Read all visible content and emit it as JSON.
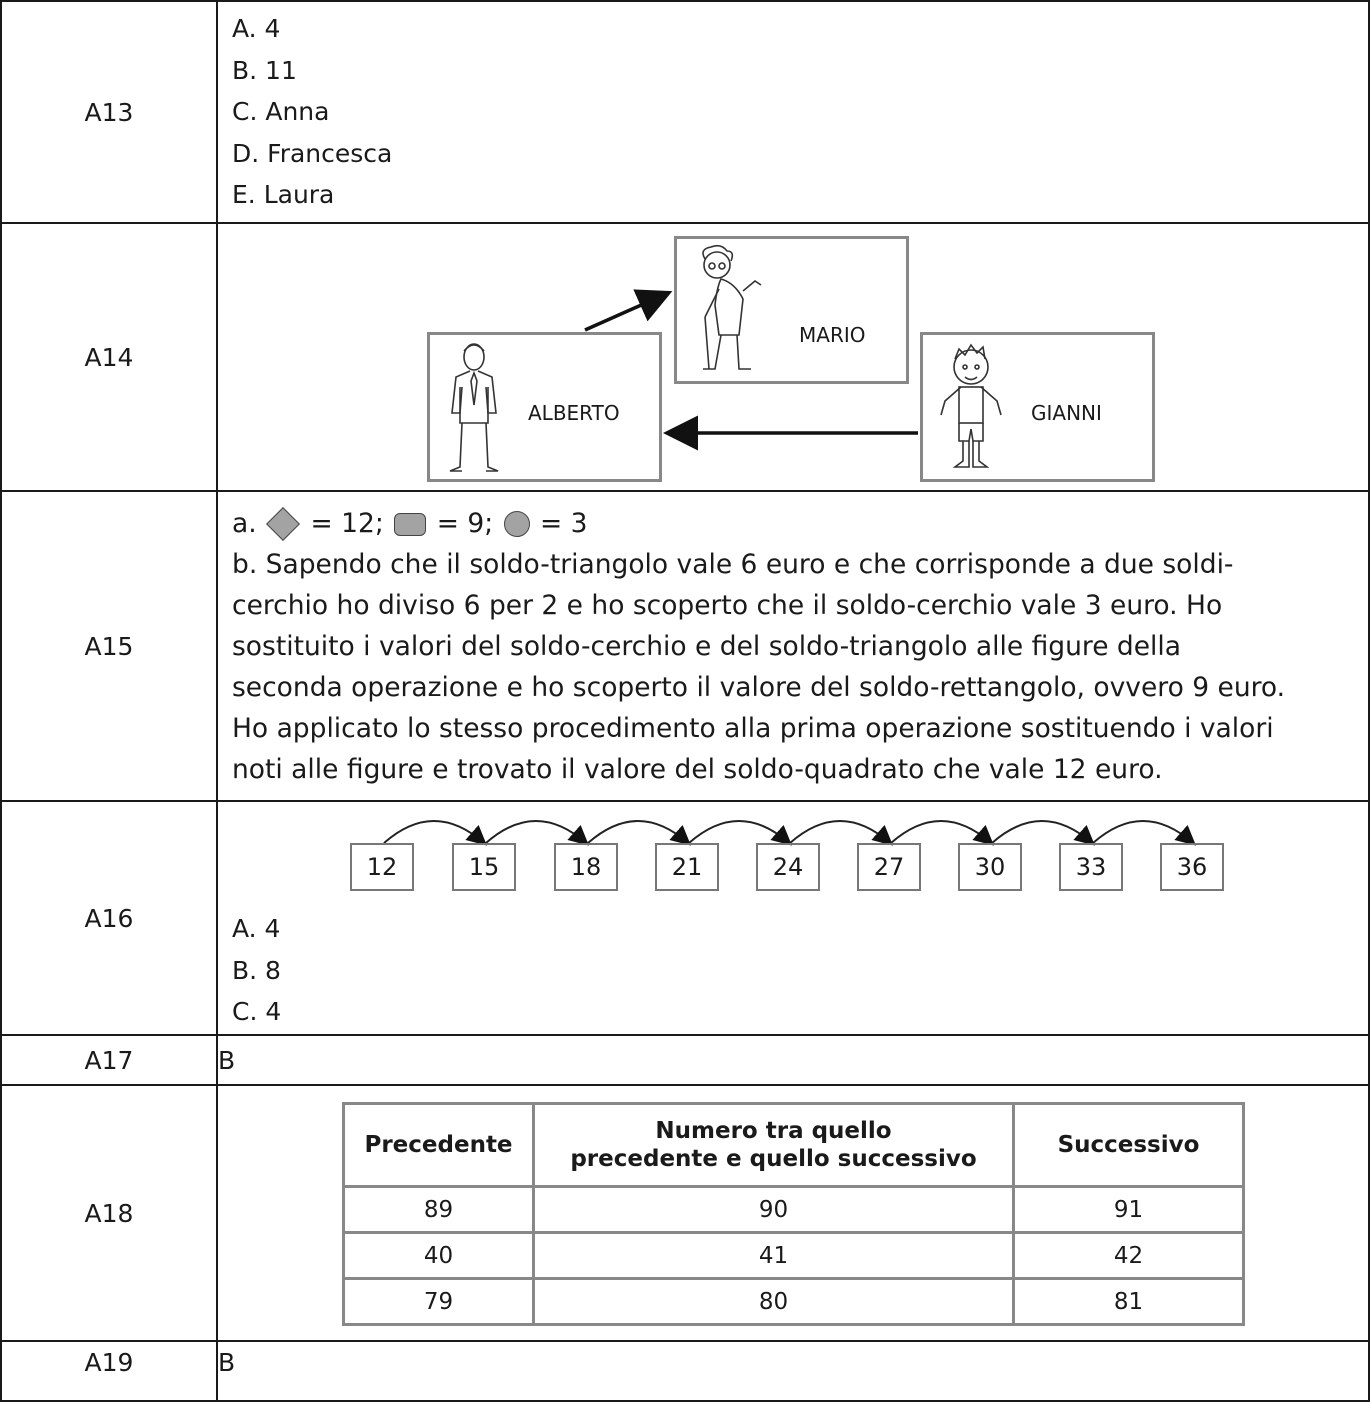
{
  "rows": {
    "a13": {
      "label": "A13",
      "lines": [
        "A. 4",
        "B. 11",
        "C. Anna",
        "D. Francesca",
        "E. Laura"
      ]
    },
    "a14": {
      "label": "A14",
      "names": {
        "mario": "MARIO",
        "alberto": "ALBERTO",
        "gianni": "GIANNI"
      }
    },
    "a15": {
      "label": "A15",
      "line_a_prefix": "a.",
      "value_diamond": "= 12;",
      "value_rect": "= 9;",
      "value_circle": "= 3",
      "paragraph_lines": [
        "b. Sapendo che il soldo-triangolo vale 6 euro e che corrisponde a due soldi-",
        "cerchio ho diviso 6 per 2 e ho scoperto che il soldo-cerchio vale 3 euro. Ho",
        "sostituito i valori del soldo-cerchio e del soldo-triangolo alle figure della",
        "seconda operazione e ho scoperto il valore del soldo-rettangolo, ovvero 9 euro.",
        "Ho applicato lo stesso procedimento alla prima operazione sostituendo i valori",
        "noti alle figure e trovato il valore del soldo-quadrato che vale 12 euro."
      ]
    },
    "a16": {
      "label": "A16",
      "sequence": [
        "12",
        "15",
        "18",
        "21",
        "24",
        "27",
        "30",
        "33",
        "36"
      ],
      "lines": [
        "A. 4",
        "B. 8",
        "C. 4"
      ]
    },
    "a17": {
      "label": "A17",
      "answer": "B"
    },
    "a18": {
      "label": "A18",
      "headers": [
        "Precedente",
        "Numero tra quello",
        "precedente e quello successivo",
        "Successivo"
      ],
      "rows": [
        [
          "89",
          "90",
          "91"
        ],
        [
          "40",
          "41",
          "42"
        ],
        [
          "79",
          "80",
          "81"
        ]
      ]
    },
    "a19": {
      "label": "A19",
      "answer": "B"
    }
  },
  "colors": {
    "border": "#1a1a1a",
    "shape_fill": "#a3a3a3",
    "box_border": "#888888"
  }
}
